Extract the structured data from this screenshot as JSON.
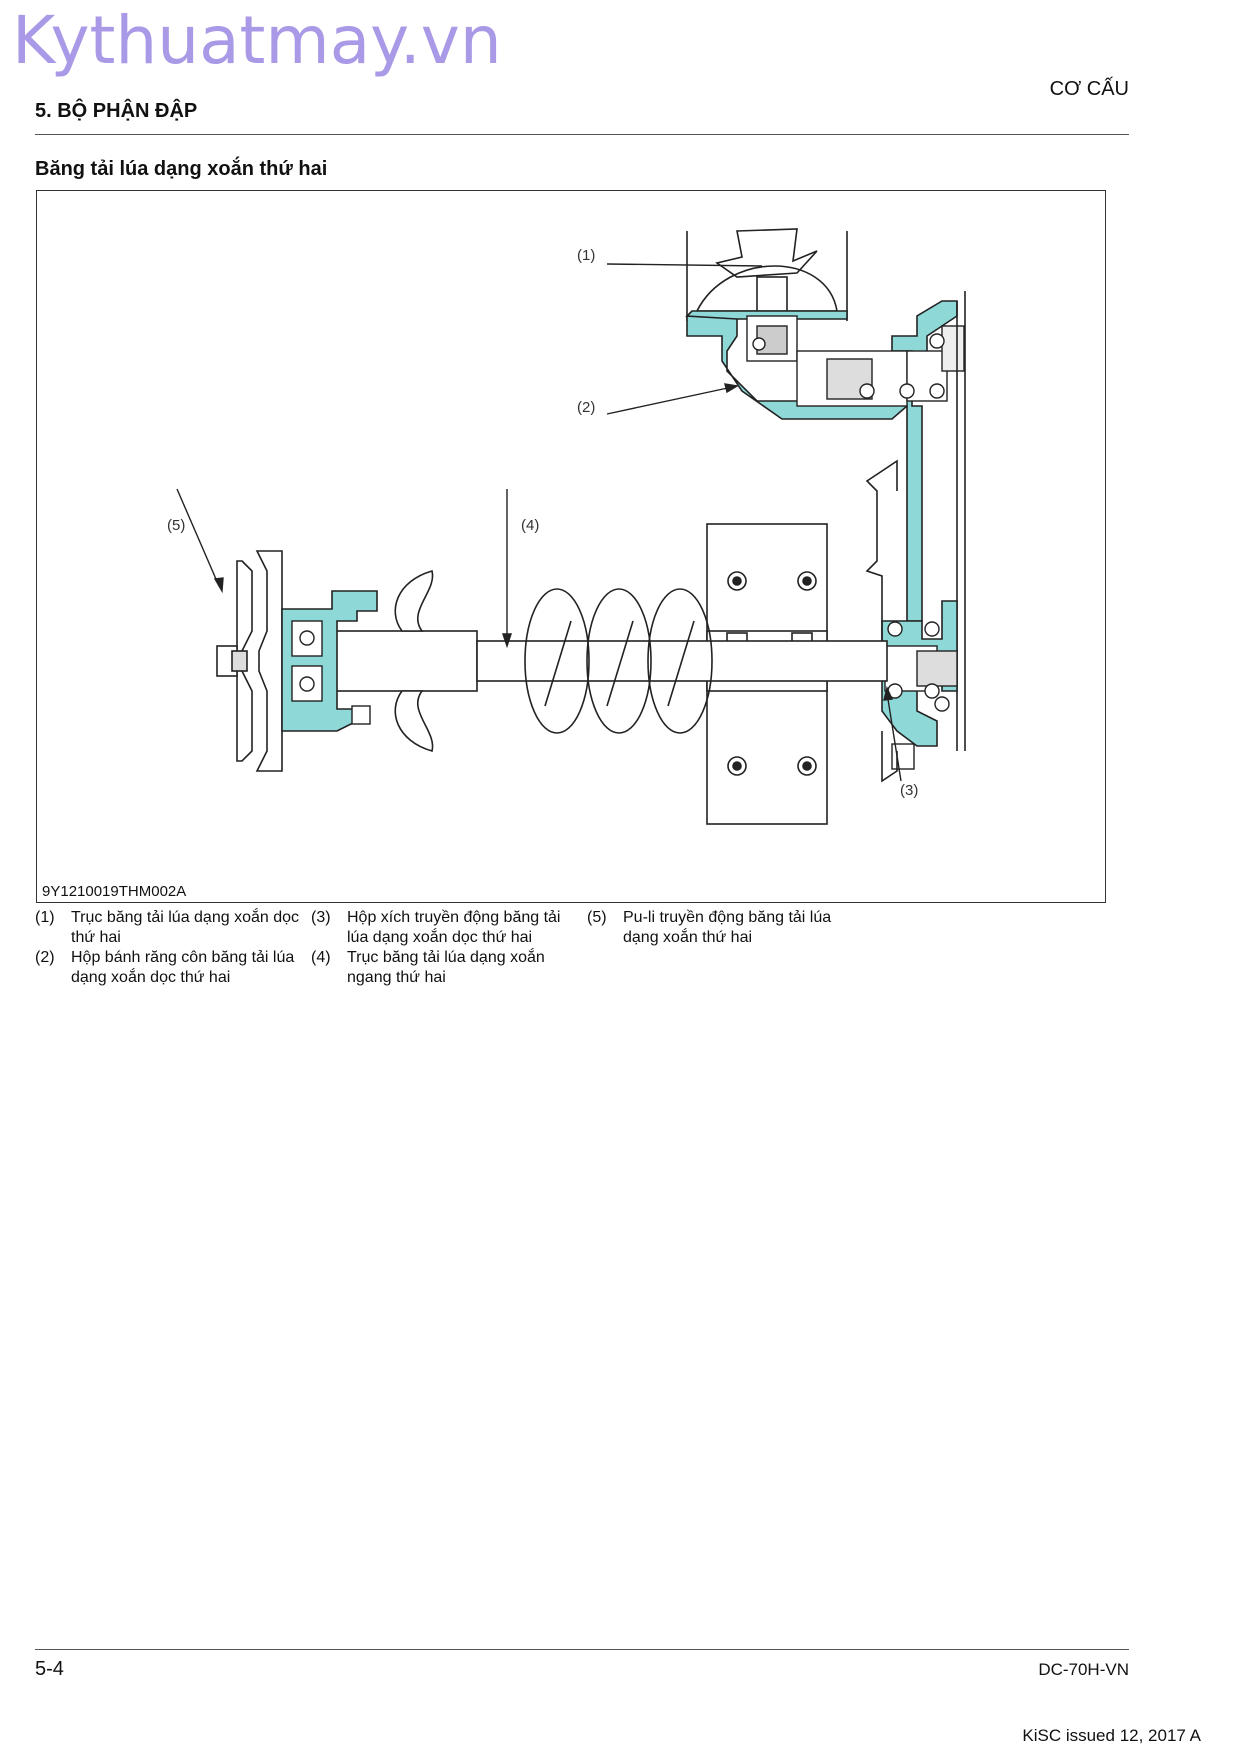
{
  "watermark": "Kythuatmay.vn",
  "header": {
    "section_title": "5. BỘ PHẬN ĐẬP",
    "section_right": "CƠ CẤU"
  },
  "subtitle": "Băng tải lúa dạng xoắn thứ hai",
  "figure": {
    "code": "9Y1210019THM002A",
    "callouts": [
      "(1)",
      "(2)",
      "(3)",
      "(4)",
      "(5)"
    ],
    "colors": {
      "housing": "#8fd8d8",
      "line": "#222222"
    }
  },
  "legend": [
    {
      "num": "(1)",
      "text": "Trục băng tải lúa dạng xoắn dọc thứ hai"
    },
    {
      "num": "(2)",
      "text": "Hộp bánh răng côn băng tải lúa dạng xoắn dọc thứ hai"
    },
    {
      "num": "(3)",
      "text": "Hộp xích truyền động băng tải lúa dạng xoắn dọc thứ hai"
    },
    {
      "num": "(4)",
      "text": "Trục băng tải lúa dạng xoắn ngang thứ hai"
    },
    {
      "num": "(5)",
      "text": "Pu-li truyền động băng tải lúa dạng xoắn thứ hai"
    }
  ],
  "footer": {
    "page": "5-4",
    "doc": "DC-70H-VN",
    "issued": "KiSC issued 12, 2017 A"
  }
}
